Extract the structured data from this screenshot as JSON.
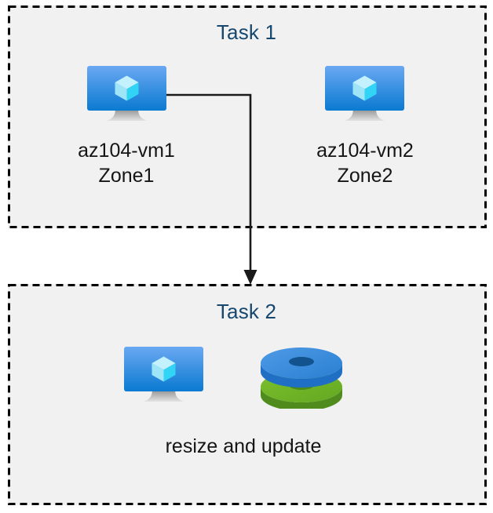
{
  "diagram": {
    "title": "Azure VM tasks diagram",
    "background_color": "#ffffff",
    "group_fill_color": "#f1f1f1",
    "group_border_color": "#000000",
    "title_color": "#16486f",
    "caption_color": "#151515",
    "connector_color": "#1a1a1a"
  },
  "groups": [
    {
      "id": "task1",
      "label": "Task 1",
      "nodes": [
        {
          "id": "vm1",
          "icon": "azure-virtual-machine-icon",
          "caption_lines": [
            "az104-vm1",
            "Zone1"
          ],
          "name": "az104-vm1",
          "zone": "Zone1"
        },
        {
          "id": "vm2",
          "icon": "azure-virtual-machine-icon",
          "caption_lines": [
            "az104-vm2",
            "Zone2"
          ],
          "name": "az104-vm2",
          "zone": "Zone2"
        }
      ]
    },
    {
      "id": "task2",
      "label": "Task 2",
      "caption": "resize and update",
      "nodes": [
        {
          "id": "vm3",
          "icon": "azure-virtual-machine-icon"
        },
        {
          "id": "disks",
          "icon": "azure-managed-disks-icon"
        }
      ]
    }
  ],
  "connector": {
    "from": "vm1",
    "to": "task2",
    "style": "elbow-arrow",
    "arrowhead": "filled-triangle"
  },
  "icon_colors": {
    "monitor_top": "#5ea0ef",
    "monitor_bottom": "#0078d4",
    "monitor_stand": "#c8c8c8",
    "cube_top": "#c3f1fd",
    "cube_left": "#9fe5f8",
    "cube_right": "#32d4f5",
    "disk_blue_top": "#3d8edc",
    "disk_blue_side": "#1f6fc4",
    "disk_blue_hole": "#12538f",
    "disk_green_top": "#6db327",
    "disk_green_side": "#4f8c1d",
    "disk_green_hole": "#4c8a1c"
  }
}
